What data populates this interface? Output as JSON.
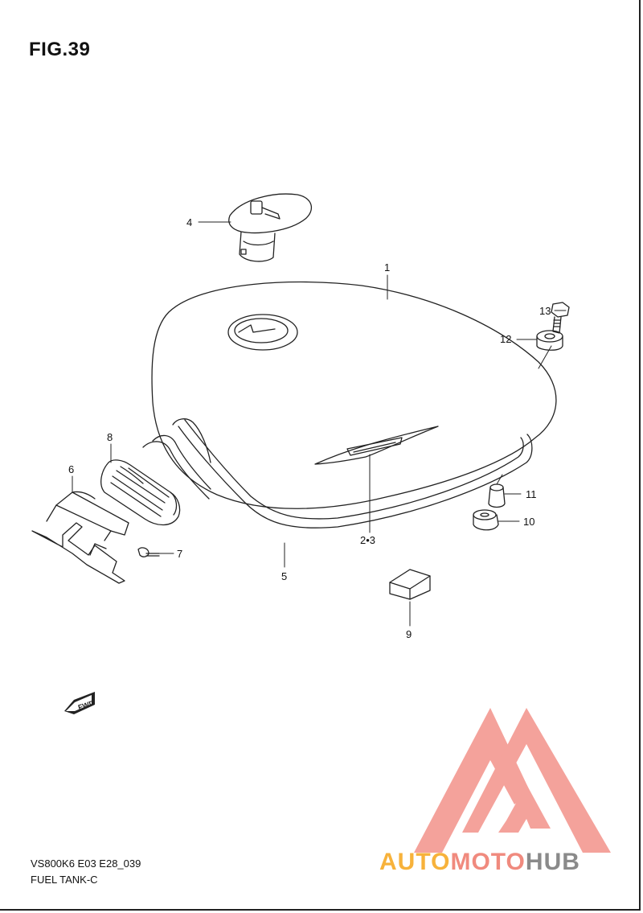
{
  "figure": {
    "title": "FIG.39"
  },
  "footer": {
    "code": "VS800K6 E03 E28_039",
    "name": "FUEL TANK-C"
  },
  "fwd_badge": {
    "label": "FWD"
  },
  "callouts": {
    "c1": "1",
    "c23": "2•3",
    "c4": "4",
    "c5": "5",
    "c6": "6",
    "c7": "7",
    "c8": "8",
    "c9": "9",
    "c10": "10",
    "c11": "11",
    "c12": "12",
    "c13": "13"
  },
  "watermark": {
    "part1": "AUTO",
    "part2": "MOTO",
    "part3": "HUB",
    "colors": {
      "auto": "#f7b23b",
      "moto": "#f08a7e",
      "hub": "#8a8a8a",
      "logo": "#f3928a"
    }
  }
}
